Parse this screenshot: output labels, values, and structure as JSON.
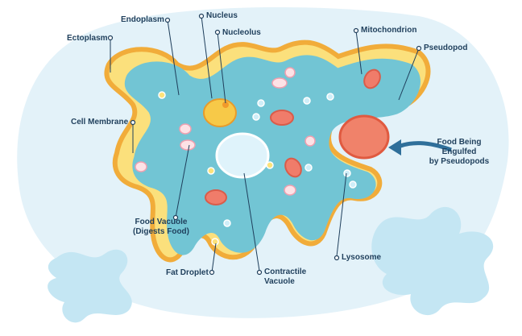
{
  "labels": {
    "ectoplasm": "Ectoplasm",
    "endoplasm": "Endoplasm",
    "nucleus": "Nucleus",
    "nucleolus": "Nucleolus",
    "mitochondrion": "Mitochondrion",
    "pseudopod": "Pseudopod",
    "cell_membrane": "Cell Membrane",
    "food_engulfed_1": "Food Being",
    "food_engulfed_2": "Engulfed",
    "food_engulfed_3": "by Pseudopods",
    "food_vacuole_1": "Food Vacuole",
    "food_vacuole_2": "(Digests Food)",
    "fat_droplet": "Fat Droplet",
    "contractile_vacuole_1": "Contractile",
    "contractile_vacuole_2": "Vacuole",
    "lysosome": "Lysosome"
  },
  "colors": {
    "background_blob": "#e3f2f9",
    "splash": "#c4e6f3",
    "membrane": "#f1ac3a",
    "ectoplasm": "#fbe07c",
    "endoplasm": "#72c5d4",
    "label_text": "#1f3f5c",
    "arrow": "#2f6f9a"
  }
}
